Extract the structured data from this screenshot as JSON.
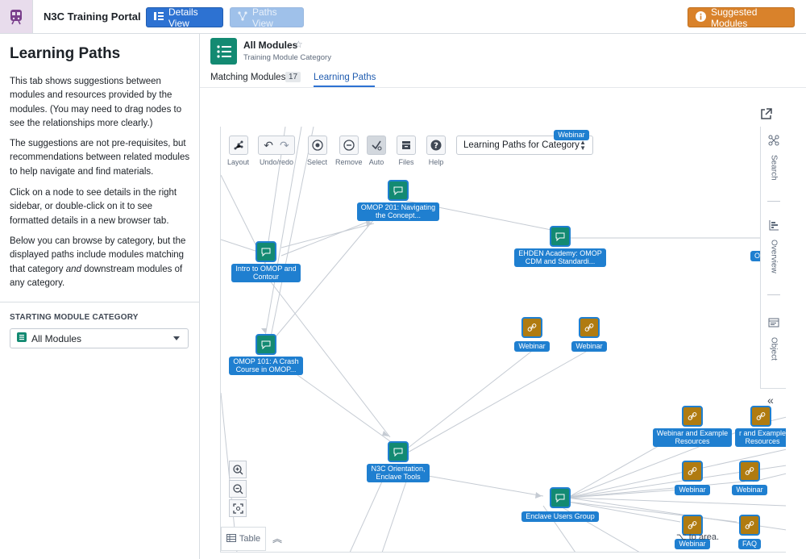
{
  "header": {
    "app_title": "N3C Training Portal",
    "details_view": "Details View",
    "paths_view": "Paths View",
    "suggested_modules": "Suggested Modules"
  },
  "sidebar": {
    "title": "Learning Paths",
    "p1": "This tab shows suggestions between modules and resources provided by the modules. (You may need to drag nodes to see the relationships more clearly.)",
    "p2": "The suggestions are not pre-requisites, but recommendations between related modules to help navigate and find materials.",
    "p3": "Click on a node to see details in the right sidebar, or double-click on it to see formatted details in a new browser tab.",
    "p4_a": "Below you can browse by category, but the displayed paths include modules matching that category ",
    "p4_em": "and",
    "p4_b": " downstream modules of any category.",
    "category_label": "STARTING MODULE CATEGORY",
    "category_value": "All Modules"
  },
  "module": {
    "title": "All Modules",
    "subtitle": "Training Module Category"
  },
  "tabs": {
    "matching": "Matching Modules",
    "matching_count": "17",
    "learning_paths": "Learning Paths"
  },
  "toolbar": {
    "layout": "Layout",
    "undo_redo": "Undo/redo",
    "select": "Select",
    "remove": "Remove",
    "auto": "Auto",
    "files": "Files",
    "help": "Help",
    "category_select": "Learning Paths for Category"
  },
  "nodes": {
    "webinar_top": "Webinar",
    "omop201_l1": "OMOP 201: Navigating",
    "omop201_l2": "the Concept...",
    "ehden_l1": "EHDEN Academy: OMOP",
    "ehden_l2": "CDM and Standardi...",
    "intro_l1": "Intro to OMOP and",
    "intro_l2": "Contour",
    "omop101_l1": "OMOP 101: A Crash",
    "omop101_l2": "Course in OMOP...",
    "webinar_a": "Webinar",
    "webinar_b": "Webinar",
    "n3c_l1": "N3C Orientation,",
    "n3c_l2": "Enclave Tools",
    "enclave": "Enclave Users Group",
    "wer1_l1": "Webinar and Example",
    "wer1_l2": "Resources",
    "wer2_l1": "r and Example",
    "wer2_l2": "Resources",
    "webinar_c": "Webinar",
    "webinar_d": "Webinar",
    "webinar_e": "Webinar",
    "faq": "FAQ",
    "partial_o": "O"
  },
  "graph_controls": {
    "table": "Table",
    "hint": "⌥ to",
    "hint_end": "area."
  },
  "rail": {
    "search": "Search",
    "overview": "Overview",
    "object": "Object"
  }
}
